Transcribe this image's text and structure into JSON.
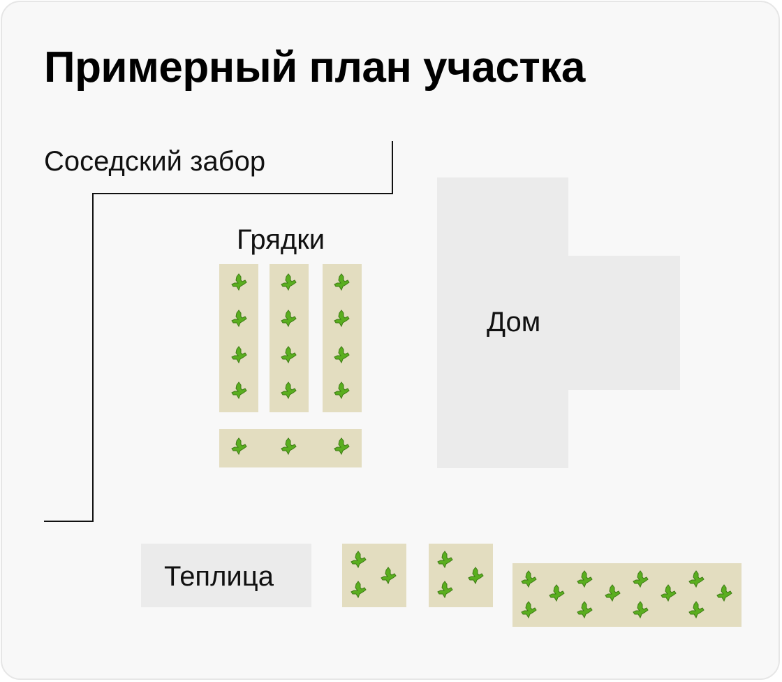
{
  "title": "Примерный план участка",
  "labels": {
    "fence": "Соседский забор",
    "beds": "Грядки",
    "house": "Дом",
    "greenhouse": "Теплица"
  },
  "colors": {
    "bed": "#e3ddc0",
    "building": "#ebebeb",
    "plant": "#5aae1f",
    "fence": "#111111"
  },
  "icons": {
    "plant": "plant-icon"
  }
}
